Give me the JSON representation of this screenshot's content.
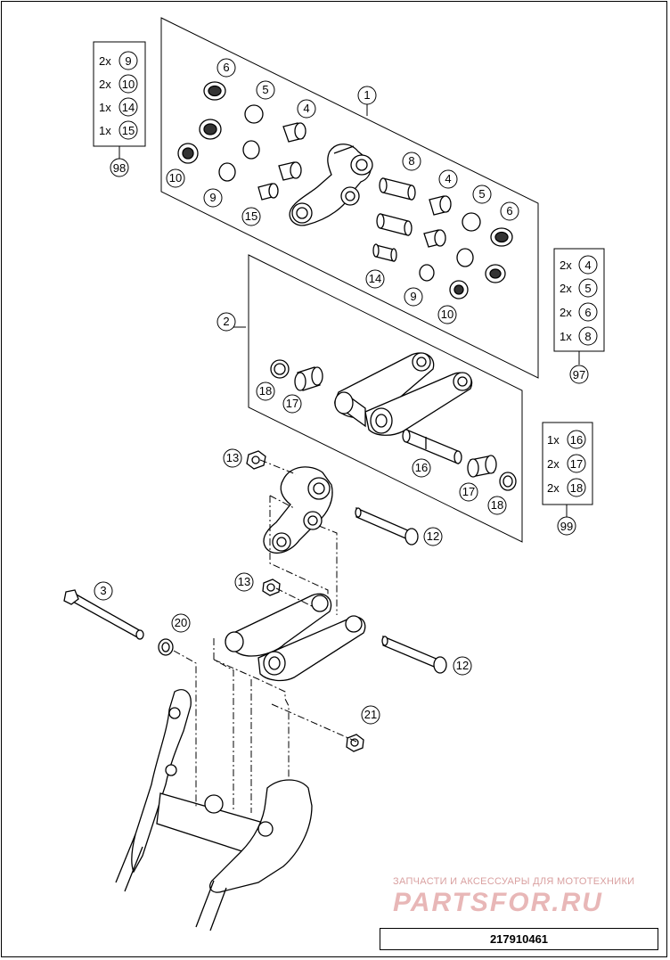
{
  "drawing_number": "217910461",
  "watermark": {
    "tagline": "ЗАПЧАСТИ И АКСЕССУАРЫ ДЛЯ МОТОТЕХНИКИ",
    "logo": "PARTSFOR.RU"
  },
  "callouts": [
    "1",
    "2",
    "3",
    "4",
    "5",
    "6",
    "8",
    "9",
    "10",
    "12",
    "13",
    "14",
    "15",
    "16",
    "17",
    "18",
    "20",
    "21",
    "97",
    "98",
    "99"
  ],
  "kits": {
    "k98": {
      "number": "98",
      "rows": [
        {
          "qty": "2x",
          "part": "9"
        },
        {
          "qty": "2x",
          "part": "10"
        },
        {
          "qty": "1x",
          "part": "14"
        },
        {
          "qty": "1x",
          "part": "15"
        }
      ]
    },
    "k97": {
      "number": "97",
      "rows": [
        {
          "qty": "2x",
          "part": "4"
        },
        {
          "qty": "2x",
          "part": "5"
        },
        {
          "qty": "2x",
          "part": "6"
        },
        {
          "qty": "1x",
          "part": "8"
        }
      ]
    },
    "k99": {
      "number": "99",
      "rows": [
        {
          "qty": "1x",
          "part": "16"
        },
        {
          "qty": "2x",
          "part": "17"
        },
        {
          "qty": "2x",
          "part": "18"
        }
      ]
    }
  }
}
